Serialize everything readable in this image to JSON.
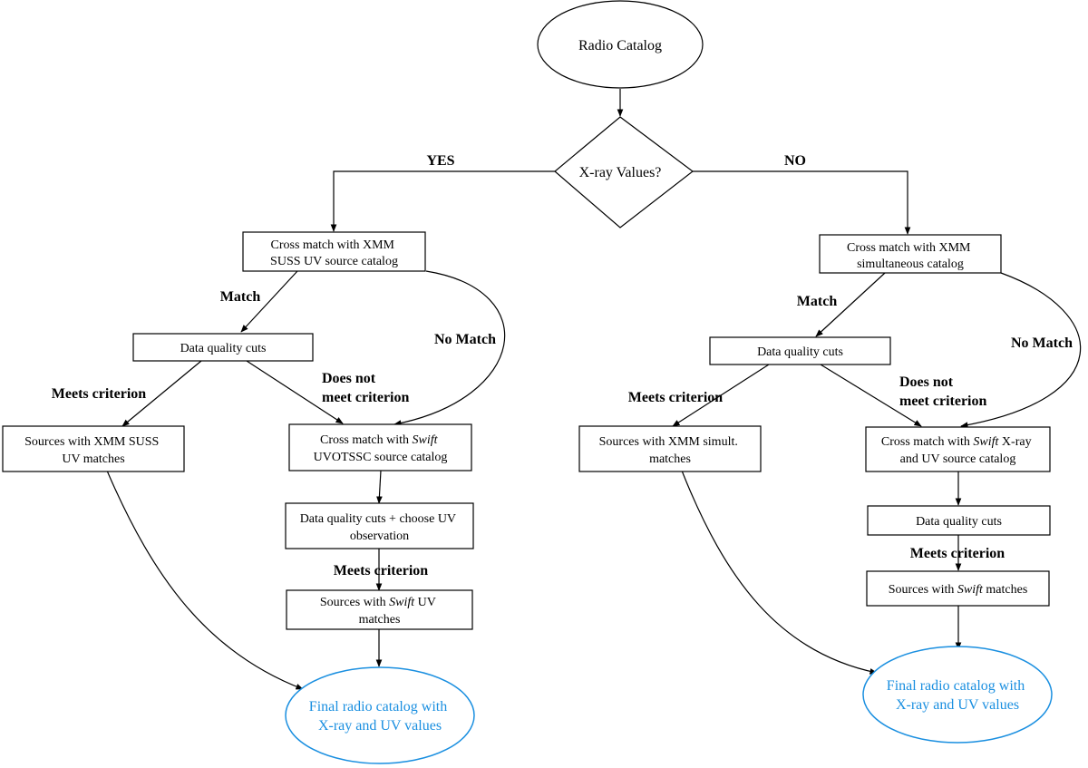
{
  "nodes": {
    "start": "Radio Catalog",
    "decision": "X-ray Values?",
    "left": {
      "xmm_suss": [
        "Cross match with XMM",
        "SUSS UV source catalog"
      ],
      "dq1": "Data quality cuts",
      "xmm_suss_matches": [
        "Sources with XMM SUSS",
        "UV matches"
      ],
      "swift_uvotssc": [
        [
          "Cross match with ",
          "Swift"
        ],
        [
          "UVOTSSC source catalog"
        ]
      ],
      "dq2": [
        "Data quality cuts + choose UV",
        "observation"
      ],
      "swift_uv_matches": [
        [
          "Sources with ",
          "Swift",
          " UV"
        ],
        [
          "matches"
        ]
      ],
      "final": [
        "Final radio catalog with",
        "X-ray and UV values"
      ]
    },
    "right": {
      "xmm_simult": [
        "Cross match with XMM",
        "simultaneous catalog"
      ],
      "dq1": "Data quality cuts",
      "xmm_simult_matches": [
        "Sources with XMM simult.",
        "matches"
      ],
      "swift_xray_uv": [
        [
          "Cross match with ",
          "Swift",
          " X-ray"
        ],
        [
          "and UV source catalog"
        ]
      ],
      "dq2": "Data quality cuts",
      "swift_matches": [
        [
          "Sources with ",
          "Swift",
          " matches"
        ]
      ],
      "final": [
        "Final radio catalog with",
        "X-ray and UV values"
      ]
    }
  },
  "labels": {
    "yes": "YES",
    "no": "NO",
    "match": "Match",
    "no_match": "No Match",
    "meets_criterion": "Meets criterion",
    "does_not": "Does not",
    "meet_criterion": "meet criterion"
  },
  "colors": {
    "line": "#000000",
    "final": "#1a8fe0"
  }
}
